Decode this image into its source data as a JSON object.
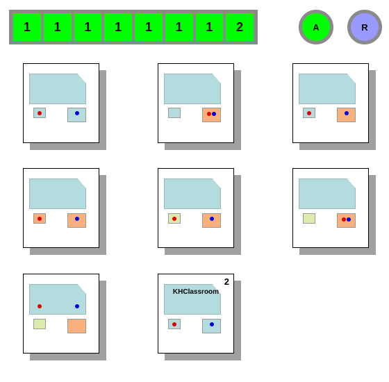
{
  "counters": [
    "1",
    "1",
    "1",
    "1",
    "1",
    "1",
    "1",
    "2"
  ],
  "buttons": {
    "a_label": "A",
    "r_label": "R",
    "a_color": "#00ff00",
    "r_color": "#9999ff"
  },
  "colors": {
    "board": "#b4dcdf",
    "box_light_blue": "#b4dcdf",
    "box_orange": "#f8b07c",
    "box_pale_green": "#dcecac",
    "dot_red": "#e00000",
    "dot_blue": "#0000dd"
  },
  "classroom": {
    "number": "2",
    "name": "KHClassroom"
  }
}
